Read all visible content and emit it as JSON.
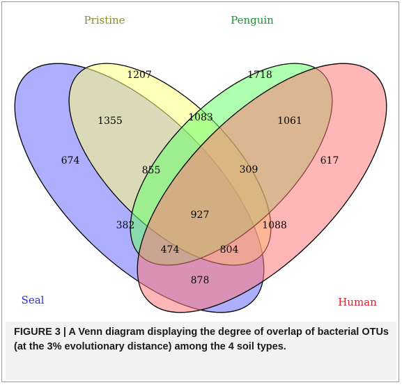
{
  "sets": [
    {
      "key": "seal",
      "label": "Seal",
      "fill": "#6b6bff",
      "label_color": "#2b2bd6"
    },
    {
      "key": "pristine",
      "label": "Pristine",
      "fill": "#ffff80",
      "label_color": "#8a8a2a"
    },
    {
      "key": "penguin",
      "label": "Penguin",
      "fill": "#6bff6b",
      "label_color": "#1f8f3a"
    },
    {
      "key": "human",
      "label": "Human",
      "fill": "#ff7a7a",
      "label_color": "#e0202a"
    }
  ],
  "regions": {
    "seal_only": "674",
    "pristine_only": "1207",
    "penguin_only": "1718",
    "human_only": "617",
    "seal_pristine": "1355",
    "pristine_penguin": "1083",
    "penguin_human": "1061",
    "seal_pristine_penguin": "855",
    "pristine_penguin_human": "309",
    "all_four": "927",
    "seal_penguin": "382",
    "pristine_human": "1088",
    "seal_penguin_human": "474",
    "seal_pristine_human": "804",
    "seal_human": "878"
  },
  "caption": "FIGURE 3 | A Venn diagram displaying the degree of overlap of bacterial OTUs (at the 3% evolutionary distance) among the 4 soil types."
}
